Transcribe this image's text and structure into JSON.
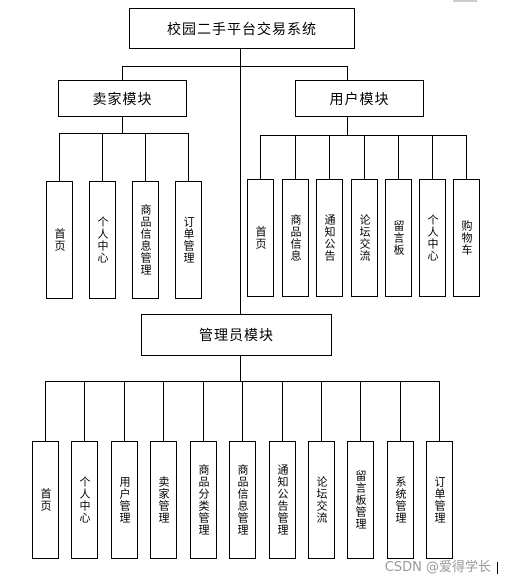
{
  "root": {
    "label": "校园二手平台交易系统"
  },
  "seller": {
    "label": "卖家模块",
    "items": [
      "首页",
      "个人中心",
      "商品信息管理",
      "订单管理"
    ]
  },
  "user": {
    "label": "用户模块",
    "items": [
      "首页",
      "商品信息",
      "通知公告",
      "论坛交流",
      "留言板",
      "个人中心",
      "购物车"
    ]
  },
  "admin": {
    "label": "管理员模块",
    "items": [
      "首页",
      "个人中心",
      "用户管理",
      "卖家管理",
      "商品分类管理",
      "商品信息管理",
      "通知公告管理",
      "论坛交流",
      "留言板管理",
      "系统管理",
      "订单管理"
    ]
  },
  "watermark": "CSDN @爱得学长"
}
